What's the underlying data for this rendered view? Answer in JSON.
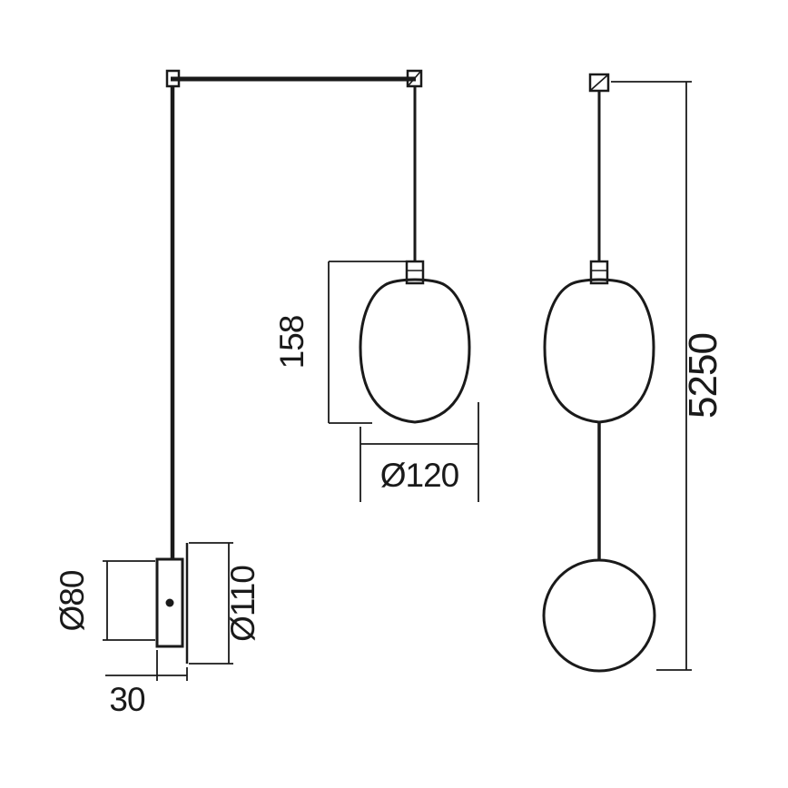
{
  "drawing": {
    "type": "technical-dimension-drawing",
    "subject": "pendant / wall lamp with glass shade and ball counterweight",
    "background": "#ffffff",
    "line_color": "#1a1a1a",
    "views": [
      {
        "name": "wall-mounted-side-view",
        "description": "wall bracket with swing arm and hanging shade"
      },
      {
        "name": "pendant-front-view",
        "description": "ceiling pendant with shade and ball"
      }
    ],
    "dimensions": {
      "shade_height": "158",
      "shade_diameter": "Ø120",
      "bracket_diameter": "Ø80",
      "canopy_diameter": "Ø110",
      "bracket_depth": "30",
      "total_drop": "5250"
    }
  }
}
